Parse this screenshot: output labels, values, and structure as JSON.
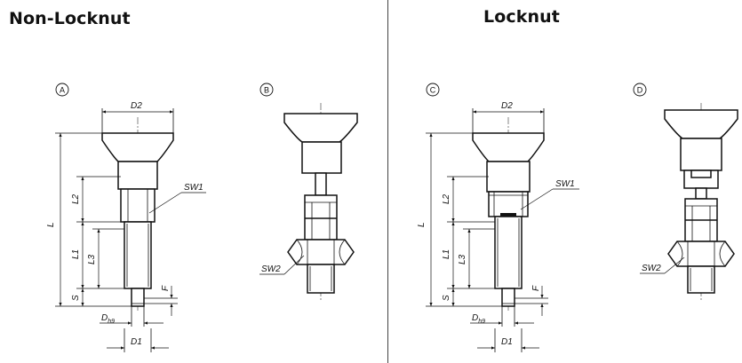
{
  "headings": {
    "non_locknut": "Non-Locknut",
    "locknut": "Locknut"
  },
  "views": {
    "a": {
      "marker": "A"
    },
    "b": {
      "marker": "B"
    },
    "c": {
      "marker": "C"
    },
    "d": {
      "marker": "D"
    }
  },
  "dims": {
    "d2": "D2",
    "sw1": "SW1",
    "sw2": "SW2",
    "l": "L",
    "l1": "L1",
    "l2": "L2",
    "l3": "L3",
    "s": "S",
    "f": "F",
    "d_main": "D",
    "d_sub": "h9",
    "d1": "D1"
  }
}
